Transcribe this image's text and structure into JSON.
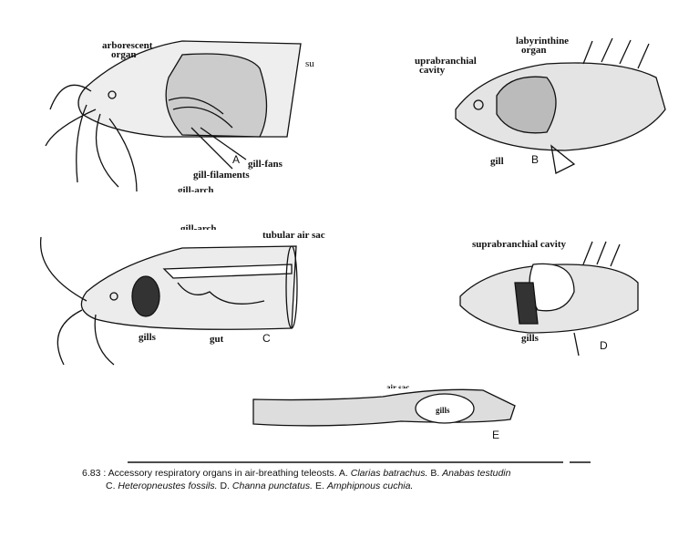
{
  "figure": {
    "panel_a": {
      "letter": "A",
      "labels": [
        "arborescent",
        "organ",
        "su",
        "gill-fans",
        "gill-filaments",
        "gill-arch"
      ]
    },
    "panel_b": {
      "letter": "B",
      "labels": [
        "labyrinthine",
        "organ",
        "uprabranchial",
        "cavity",
        "gill"
      ]
    },
    "panel_c": {
      "letter": "C",
      "labels": [
        "gill-arch",
        "tubular air sac",
        "gills",
        "gut"
      ]
    },
    "panel_d": {
      "letter": "D",
      "labels": [
        "suprabranchial cavity",
        "gills"
      ]
    },
    "panel_e": {
      "letter": "E",
      "labels": [
        "air sac",
        "gills"
      ]
    },
    "caption": {
      "number": "6.83 :",
      "text": "Accessory respiratory organs in air-breathing teleosts.",
      "a": "A.",
      "a_name": "Clarias batrachus.",
      "b": "B.",
      "b_name": "Anabas testudin",
      "c": "C.",
      "c_name": "Heteropneustes fossils.",
      "d": "D.",
      "d_name": "Channa punctatus.",
      "e": "E.",
      "e_name": "Amphipnous cuchia."
    }
  }
}
